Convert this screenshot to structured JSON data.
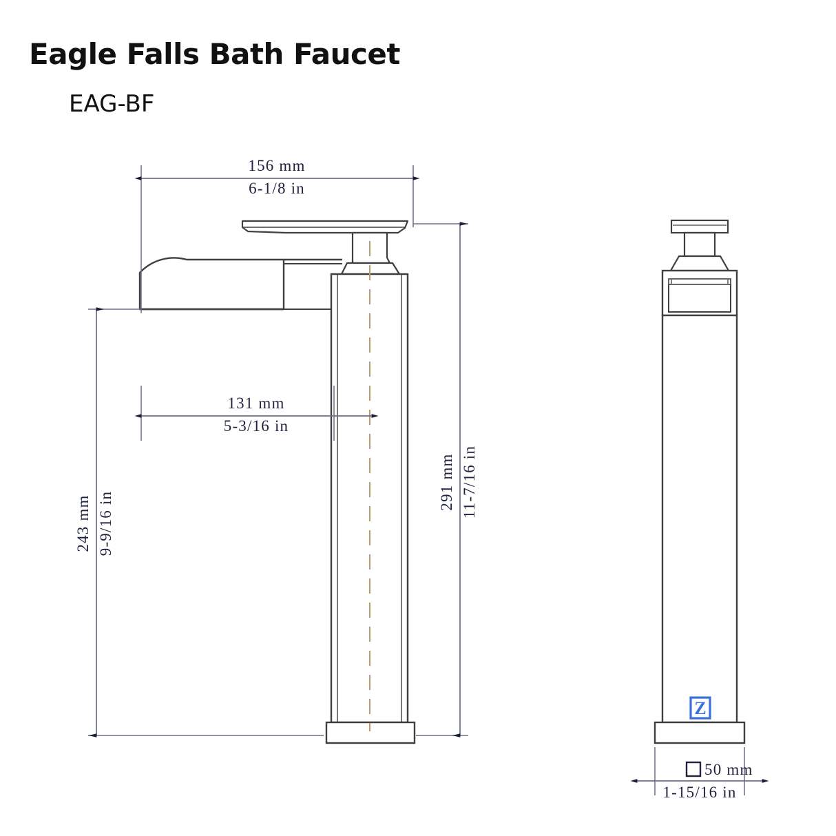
{
  "document": {
    "title": "Eagle Falls Bath Faucet",
    "model": "EAG-BF"
  },
  "brand": {
    "logo_letter": "Z",
    "logo_color": "#3a6fe0"
  },
  "drawing": {
    "background_color": "#ffffff",
    "outline_color": "#3f3f3f",
    "dimension_color": "#20223f",
    "centerline_color": "#b99a72",
    "views": [
      {
        "name": "front-view",
        "label": ""
      },
      {
        "name": "side-view",
        "label": ""
      }
    ]
  },
  "dimensions": {
    "spout_overall_width": {
      "mm": "156  mm",
      "in": "6-1/8  in",
      "orientation": "horizontal",
      "position": "top"
    },
    "spout_reach": {
      "mm": "131  mm",
      "in": "5-3/16  in",
      "orientation": "horizontal",
      "position": "middle"
    },
    "spout_height": {
      "mm": "243  mm",
      "in": "9-9/16  in",
      "orientation": "vertical",
      "position": "left"
    },
    "overall_height": {
      "mm": "291  mm",
      "in": "11-7/16  in",
      "orientation": "vertical",
      "position": "right"
    },
    "base_size": {
      "symbol": "□",
      "mm": "50  mm",
      "in": "1-15/16  in",
      "orientation": "horizontal",
      "position": "bottom"
    }
  }
}
